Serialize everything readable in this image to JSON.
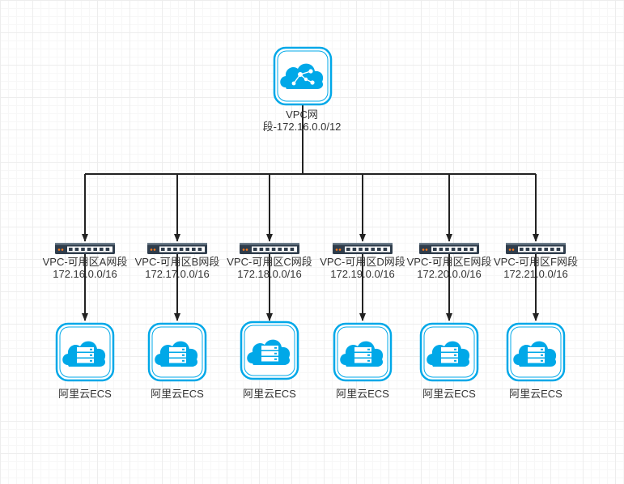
{
  "root": {
    "label_line1": "VPC网",
    "label_line2": "段-172.16.0.0/12",
    "icon": "vpc-cloud-network-icon"
  },
  "subnets": [
    {
      "label": "VPC-可用区A网段",
      "cidr": "172.16.0.0/16"
    },
    {
      "label": "VPC-可用区B网段",
      "cidr": "172.17.0.0/16"
    },
    {
      "label": "VPC-可用区C网段",
      "cidr": "172.18.0.0/16"
    },
    {
      "label": "VPC-可用区D网段",
      "cidr": "172.19.0.0/16"
    },
    {
      "label": "VPC-可用区E网段",
      "cidr": "172.20.0.0/16"
    },
    {
      "label": "VPC-可用区F网段",
      "cidr": "172.21.0.0/16"
    }
  ],
  "ecs": [
    {
      "label": "阿里云ECS"
    },
    {
      "label": "阿里云ECS"
    },
    {
      "label": "阿里云ECS"
    },
    {
      "label": "阿里云ECS"
    },
    {
      "label": "阿里云ECS"
    },
    {
      "label": "阿里云ECS"
    }
  ],
  "icons": {
    "switch": "network-switch-icon",
    "ecs": "ecs-server-cloud-icon"
  },
  "colors": {
    "accent": "#00a8e8",
    "switch_body": "#2f3d4c",
    "line": "#222222"
  }
}
